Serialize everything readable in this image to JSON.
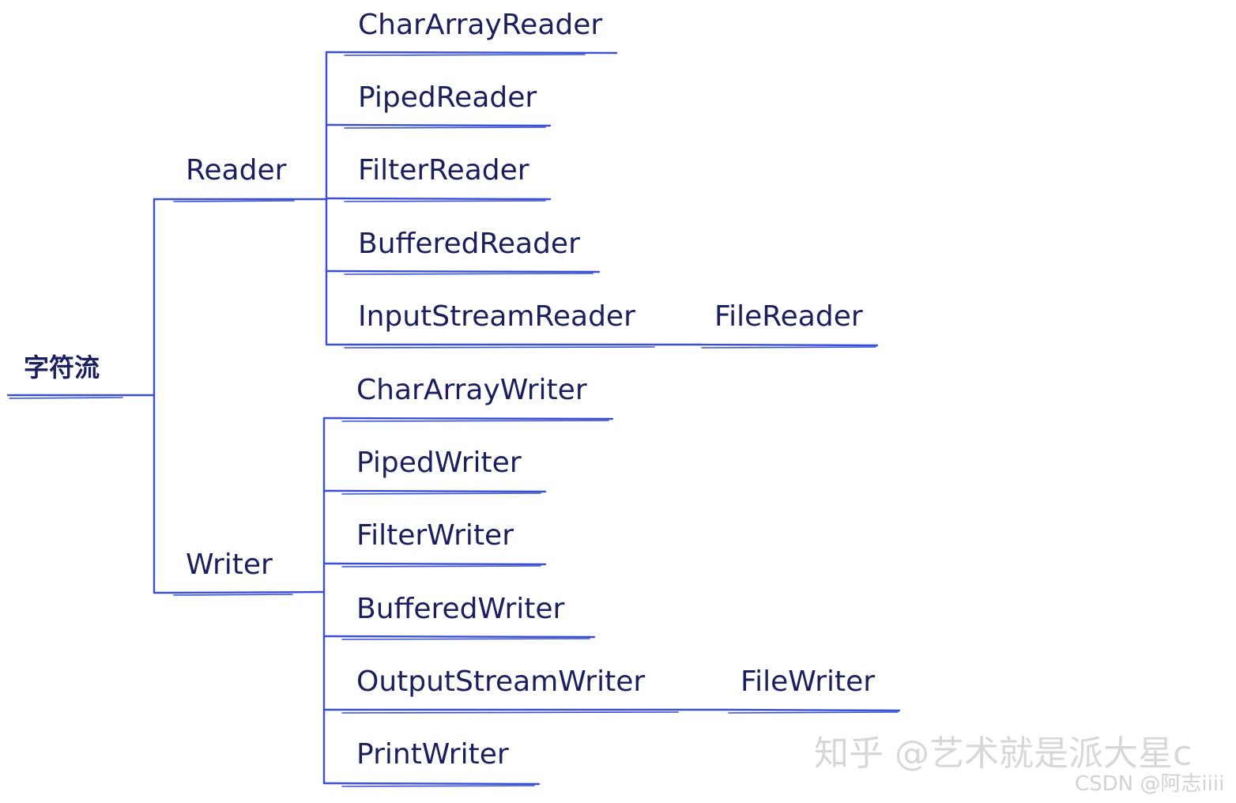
{
  "diagram": {
    "root": "字符流",
    "branches": [
      {
        "label": "Reader",
        "children": [
          {
            "label": "CharArrayReader"
          },
          {
            "label": "PipedReader"
          },
          {
            "label": "FilterReader"
          },
          {
            "label": "BufferedReader"
          },
          {
            "label": "InputStreamReader",
            "child": "FileReader"
          }
        ]
      },
      {
        "label": "Writer",
        "children": [
          {
            "label": "CharArrayWriter"
          },
          {
            "label": "PipedWriter"
          },
          {
            "label": "FilterWriter"
          },
          {
            "label": "BufferedWriter"
          },
          {
            "label": "OutputStreamWriter",
            "child": "FileWriter"
          },
          {
            "label": "PrintWriter"
          }
        ]
      }
    ],
    "colors": {
      "line": "#3a4fd6",
      "text": "#1b1f5e",
      "watermark": "#d7d7d7"
    }
  },
  "watermark": {
    "zhihu": "知乎 @艺术就是派大星c",
    "csdn": "CSDN @阿志iiii"
  }
}
